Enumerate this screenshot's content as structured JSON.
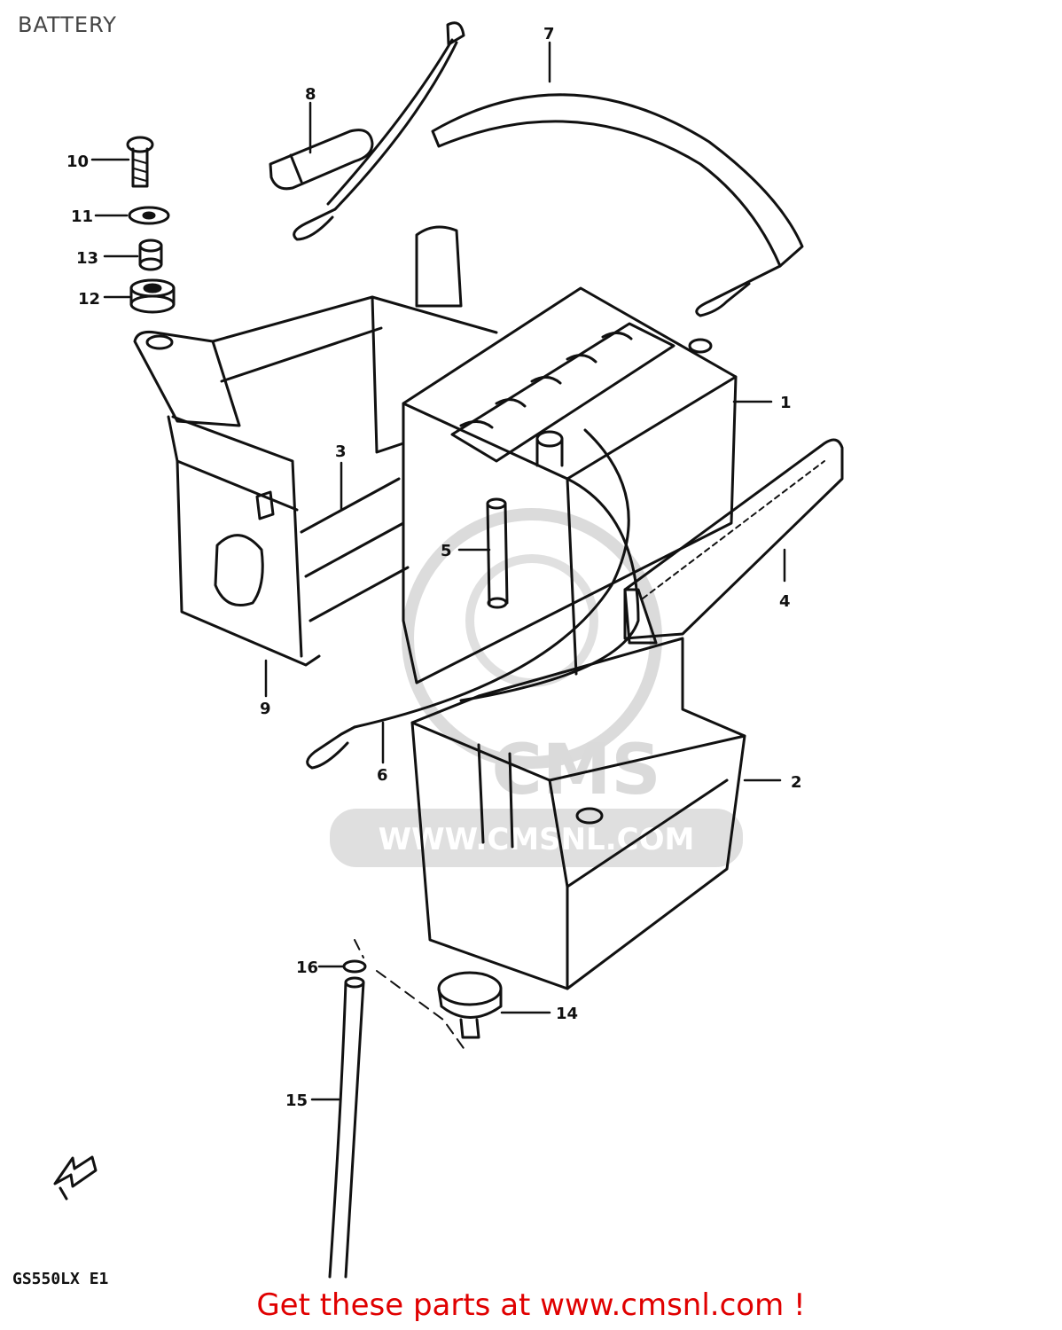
{
  "title": "BATTERY",
  "model_code": "GS550LX E1",
  "footer_text": "Get these parts at www.cmsnl.com !",
  "watermark": {
    "logo_text": "CMS",
    "url_text": "WWW.CMSNL.COM"
  },
  "callouts": {
    "c1": "1",
    "c2": "2",
    "c3": "3",
    "c4": "4",
    "c5": "5",
    "c6": "6",
    "c7": "7",
    "c8": "8",
    "c9": "9",
    "c10": "10",
    "c11": "11",
    "c12": "12",
    "c13": "13",
    "c14": "14",
    "c15": "15",
    "c16": "16"
  },
  "colors": {
    "line": "#111111",
    "footer": "#e00000",
    "watermark": "#d4d4d4"
  }
}
